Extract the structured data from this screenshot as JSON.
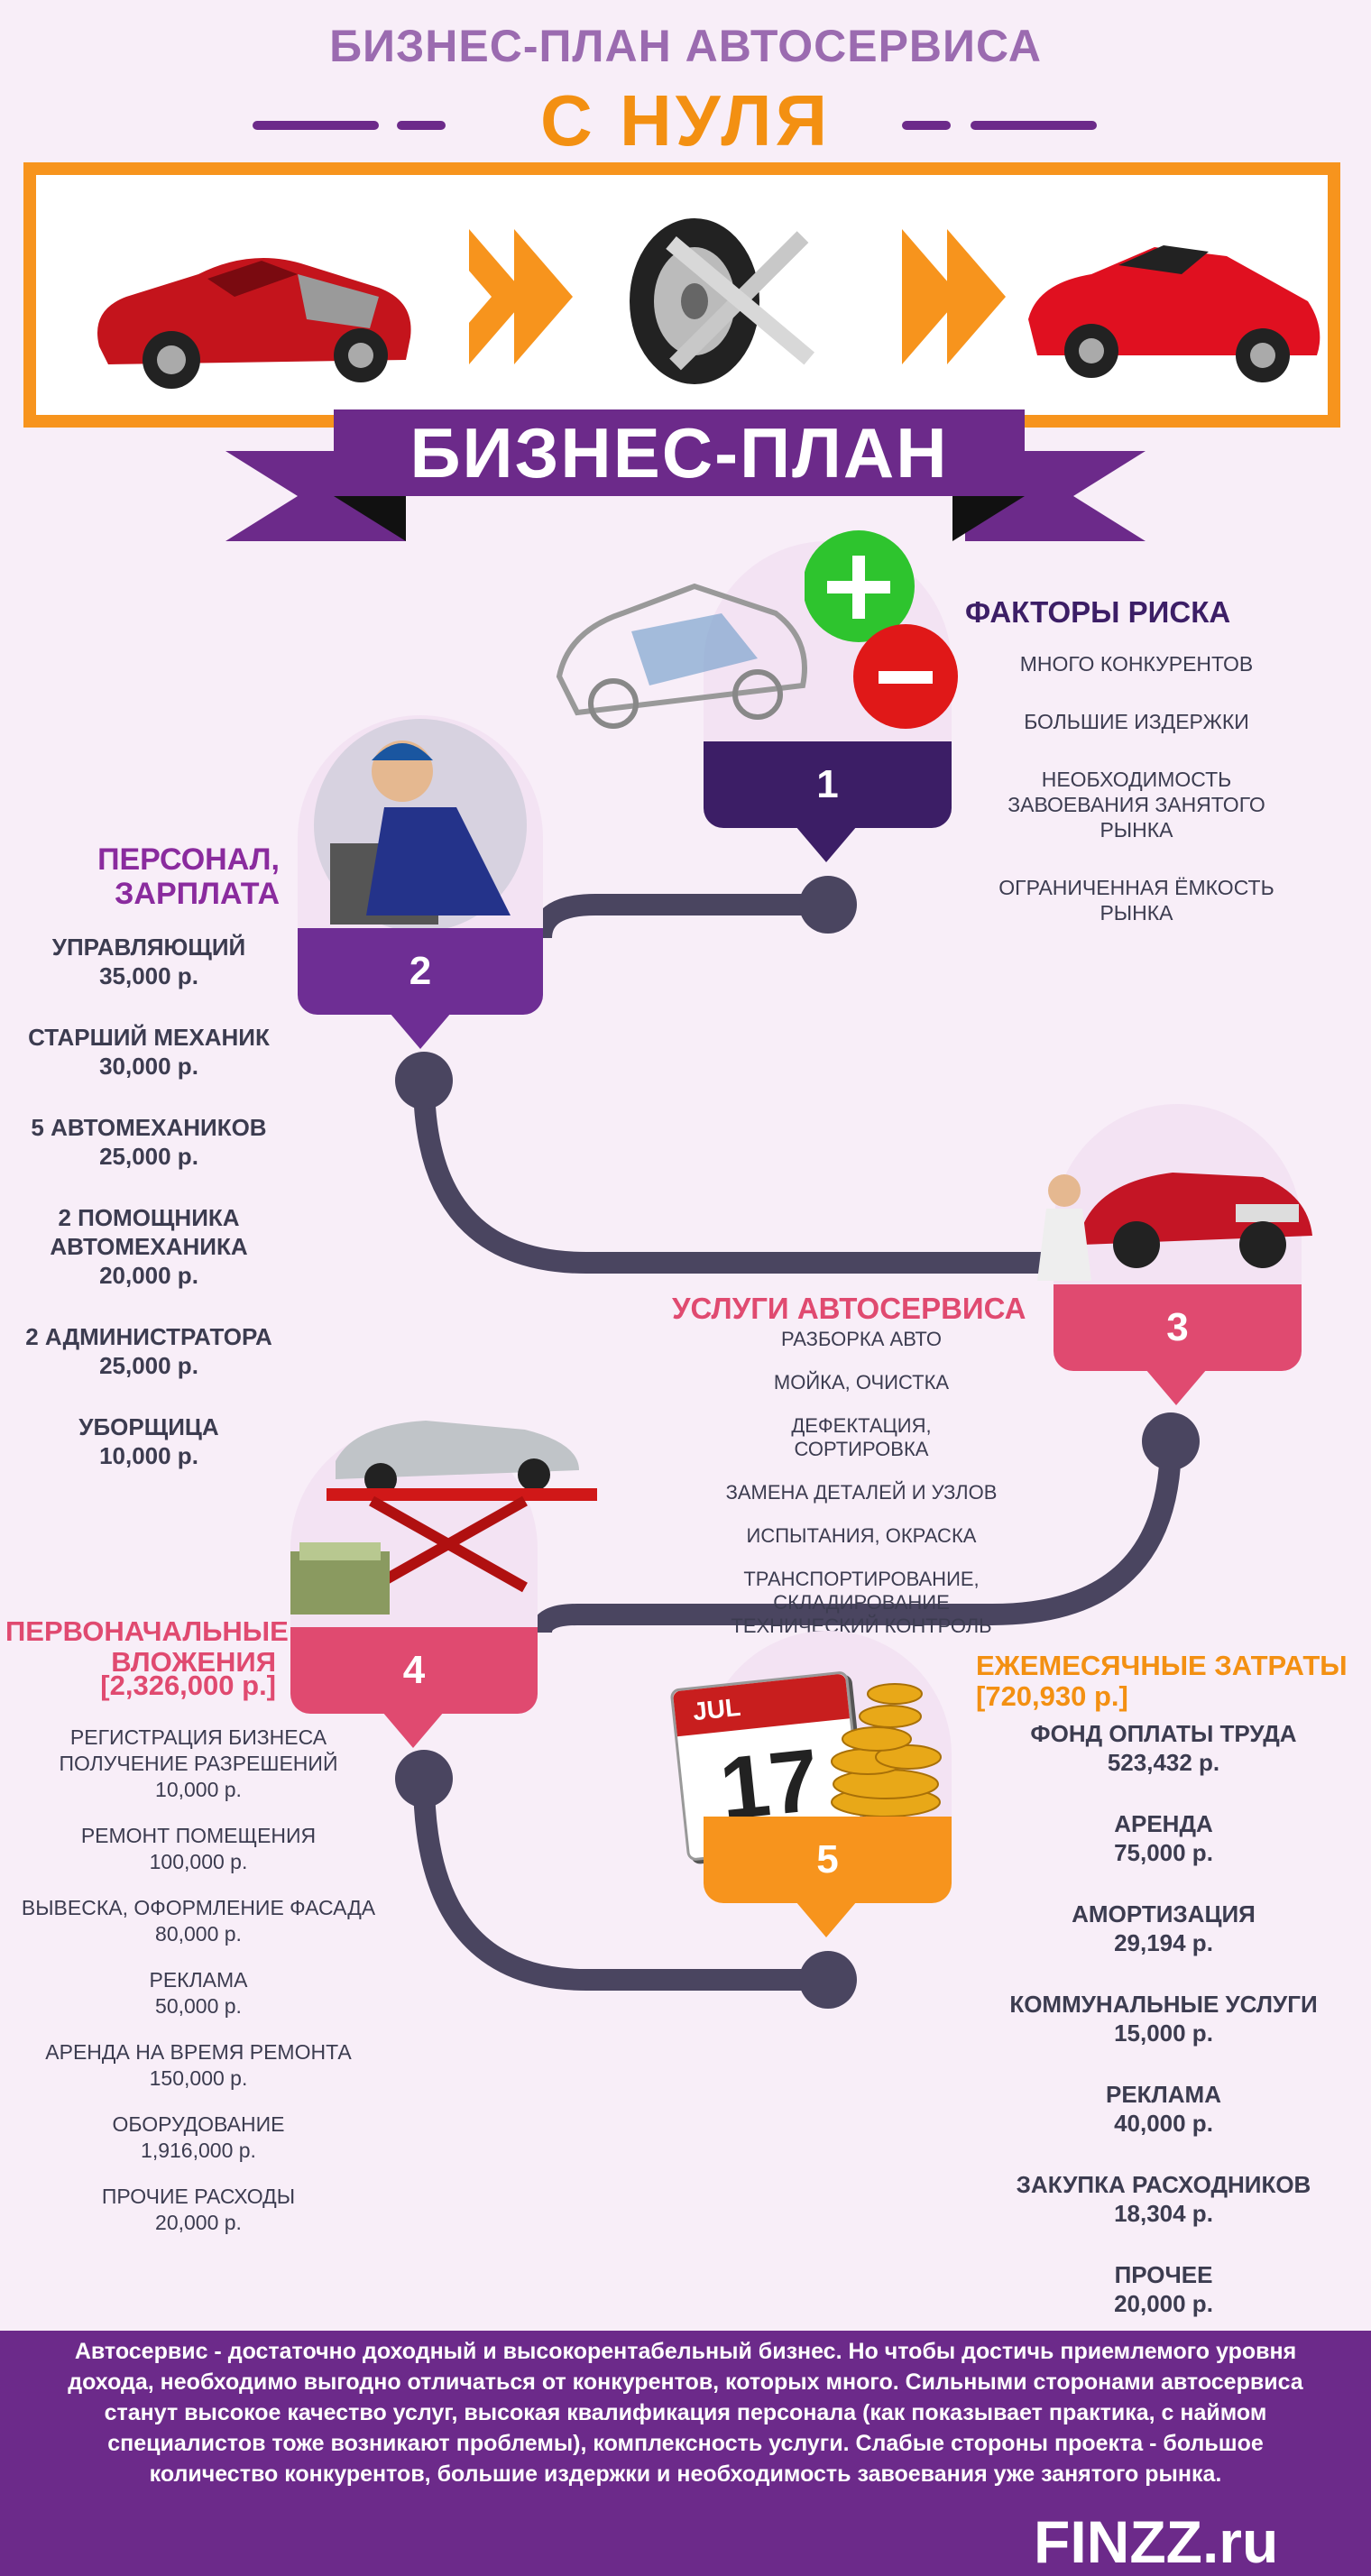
{
  "header": {
    "title": "БИЗНЕС-ПЛАН АВТОСЕРВИСА",
    "subtitle": "С НУЛЯ",
    "ribbon": "БИЗНЕС-ПЛАН"
  },
  "colors": {
    "purple": "#6c2a8a",
    "orange": "#f7941d",
    "pink": "#e05070",
    "path": "#4a4560"
  },
  "steps": [
    {
      "num": "1",
      "title": "ФАКТОРЫ РИСКА",
      "items": [
        "МНОГО КОНКУРЕНТОВ",
        "БОЛЬШИЕ ИЗДЕРЖКИ",
        "НЕОБХОДИМОСТЬ ЗАВОЕВАНИЯ ЗАНЯТОГО РЫНКА",
        "ОГРАНИЧЕННАЯ ЁМКОСТЬ РЫНКА"
      ]
    },
    {
      "num": "2",
      "title": "ПЕРСОНАЛ, ЗАРПЛАТА",
      "items": [
        {
          "name": "УПРАВЛЯЮЩИЙ",
          "value": "35,000 р."
        },
        {
          "name": "СТАРШИЙ МЕХАНИК",
          "value": "30,000 р."
        },
        {
          "name": "5 АВТОМЕХАНИКОВ",
          "value": "25,000 р."
        },
        {
          "name": "2 ПОМОЩНИКА АВТОМЕХАНИКА",
          "value": "20,000 р."
        },
        {
          "name": "2 АДМИНИСТРАТОРА",
          "value": "25,000 р."
        },
        {
          "name": "УБОРЩИЦА",
          "value": "10,000 р."
        }
      ]
    },
    {
      "num": "3",
      "title": "УСЛУГИ АВТОСЕРВИСА",
      "items": [
        "РАЗБОРКА АВТО",
        "МОЙКА, ОЧИСТКА",
        "ДЕФЕКТАЦИЯ, СОРТИРОВКА",
        "ЗАМЕНА ДЕТАЛЕЙ И УЗЛОВ",
        "ИСПЫТАНИЯ, ОКРАСКА",
        "ТРАНСПОРТИРОВАНИЕ, СКЛАДИРОВАНИЕ ТЕХНИЧЕСКИЙ КОНТРОЛЬ"
      ]
    },
    {
      "num": "4",
      "title": "ПЕРВОНАЧАЛЬНЫЕ ВЛОЖЕНИЯ",
      "total": "[2,326,000 р.]",
      "items": [
        {
          "name": "РЕГИСТРАЦИЯ БИЗНЕСА ПОЛУЧЕНИЕ РАЗРЕШЕНИЙ",
          "value": "10,000 р."
        },
        {
          "name": "РЕМОНТ ПОМЕЩЕНИЯ",
          "value": "100,000 р."
        },
        {
          "name": "ВЫВЕСКА, ОФОРМЛЕНИЕ ФАСАДА",
          "value": "80,000 р."
        },
        {
          "name": "РЕКЛАМА",
          "value": "50,000 р."
        },
        {
          "name": "АРЕНДА НА ВРЕМЯ РЕМОНТА",
          "value": "150,000 р."
        },
        {
          "name": "ОБОРУДОВАНИЕ",
          "value": "1,916,000 р."
        },
        {
          "name": "ПРОЧИЕ РАСХОДЫ",
          "value": "20,000 р."
        }
      ]
    },
    {
      "num": "5",
      "title": "ЕЖЕМЕСЯЧНЫЕ ЗАТРАТЫ",
      "total": "[720,930 р.]",
      "calendar": {
        "month": "JUL",
        "day": "17"
      },
      "items": [
        {
          "name": "ФОНД ОПЛАТЫ ТРУДА",
          "value": "523,432 р."
        },
        {
          "name": "АРЕНДА",
          "value": "75,000 р."
        },
        {
          "name": "АМОРТИЗАЦИЯ",
          "value": "29,194 р."
        },
        {
          "name": "КОММУНАЛЬНЫЕ УСЛУГИ",
          "value": "15,000 р."
        },
        {
          "name": "РЕКЛАМА",
          "value": "40,000 р."
        },
        {
          "name": "ЗАКУПКА РАСХОДНИКОВ",
          "value": "18,304 р."
        },
        {
          "name": "ПРОЧЕЕ",
          "value": "20,000 р."
        }
      ]
    }
  ],
  "footer": {
    "text": "Автосервис - достаточно доходный и высокорентабельный бизнес. Но чтобы достичь приемлемого уровня дохода, необходимо выгодно отличаться от конкурентов, которых много. Сильными сторонами автосервиса станут высокое качество услуг, высокая квалификация персонала (как показывает практика, с наймом специалистов тоже возникают проблемы), комплексность услуги. Слабые стороны проекта - большое количество конкурентов, большие издержки и необходимость завоевания уже занятого рынка.",
    "logo": "FINZZ.ru"
  }
}
